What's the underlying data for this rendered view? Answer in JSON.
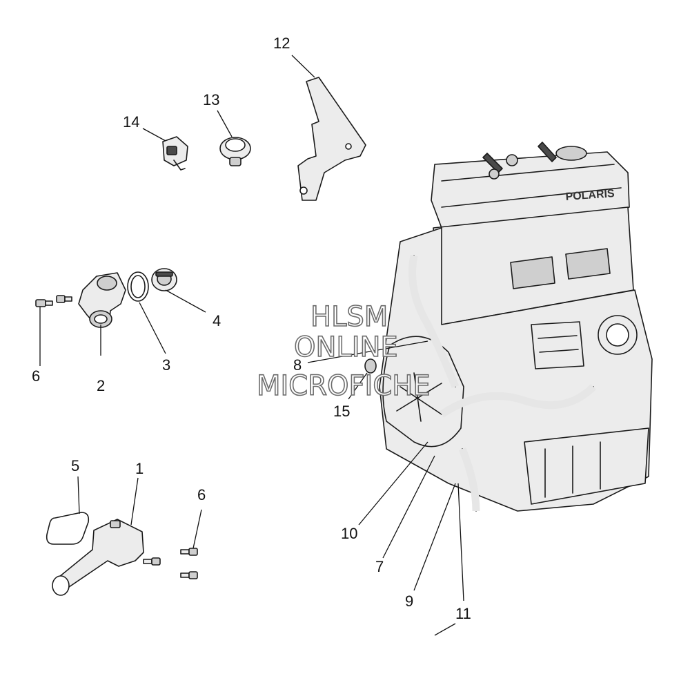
{
  "callouts": {
    "c1": "1",
    "c2": "2",
    "c3": "3",
    "c4": "4",
    "c5": "5",
    "c6a": "6",
    "c6b": "6",
    "c7": "7",
    "c8": "8",
    "c9": "9",
    "c10": "10",
    "c11": "11",
    "c12": "12",
    "c13": "13",
    "c14": "14",
    "c15": "15"
  },
  "watermark": {
    "line1": "HLSM",
    "line2": "ONLINE",
    "line3": "MICROFICHE"
  },
  "engine": {
    "brand_text": "POLARIS"
  }
}
